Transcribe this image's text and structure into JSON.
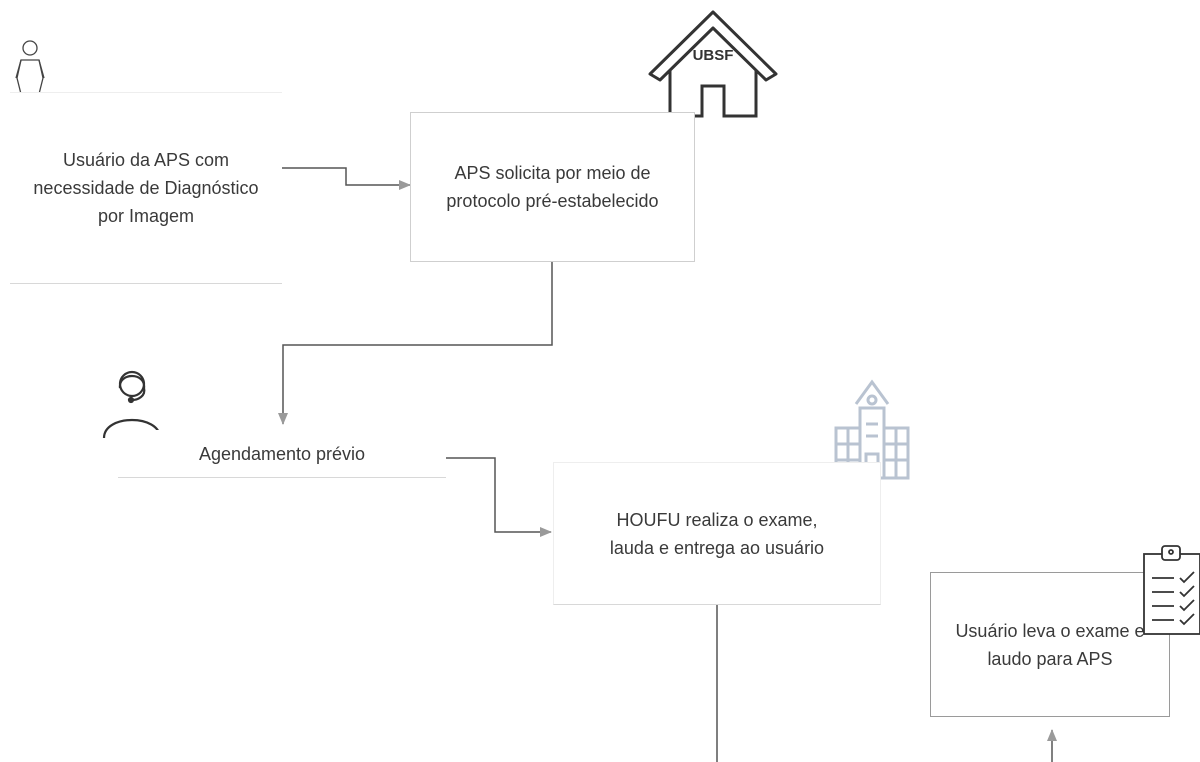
{
  "nodes": {
    "user_need": "Usuário da APS com necessidade de Diagnóstico por Imagem",
    "aps_request": "APS solicita por meio de protocolo pré-estabelecido",
    "scheduling": "Agendamento prévio",
    "houfu_exam": "HOUFU realiza o exame, lauda e entrega ao usuário",
    "user_returns": "Usuário leva o exame e laudo para APS"
  },
  "icons": {
    "ubsf_label": "UBSF",
    "user": "person-icon",
    "ubsf": "house-icon",
    "attendant": "headset-operator-icon",
    "hospital": "hospital-building-icon",
    "clipboard": "clipboard-checklist-icon"
  },
  "colors": {
    "connector": "#555555",
    "arrowhead": "#8a8a8a",
    "box_border": "#cfcfcf",
    "hospital_icon": "#b9c3d1"
  }
}
